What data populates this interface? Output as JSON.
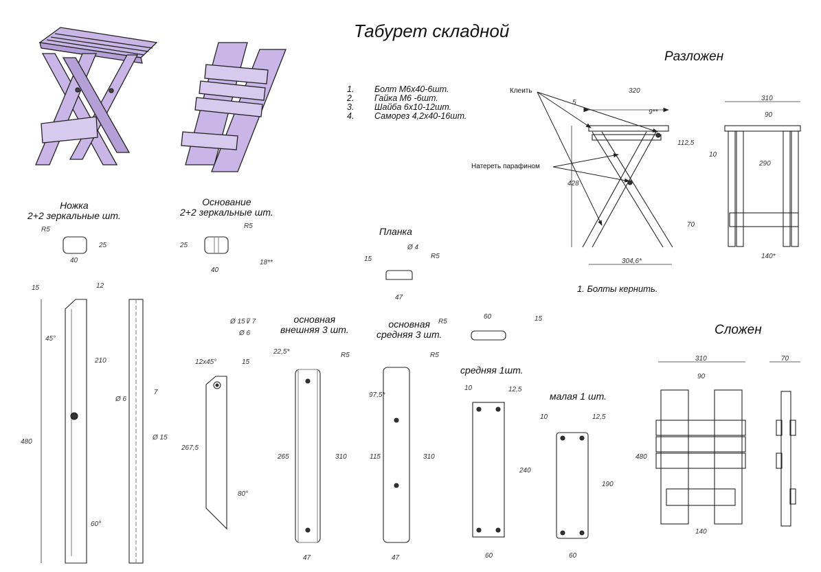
{
  "title": "Табурет складной",
  "views": {
    "unfolded": "Разложен",
    "folded": "Сложен"
  },
  "hardware": [
    {
      "n": "1.",
      "text": "Болт М6х40-6шт."
    },
    {
      "n": "2.",
      "text": "Гайка М6 -6шт."
    },
    {
      "n": "3.",
      "text": "Шайба 6х10-12шт."
    },
    {
      "n": "4.",
      "text": "Саморез 4,2х40-16шт."
    }
  ],
  "note": "1.  Болты кернить.",
  "parts": {
    "leg": "Ножка\n2+2 зеркальные шт.",
    "base": "Основание\n2+2 зеркальные шт.",
    "slat": "Планка",
    "outer": "основная\nвнешняя 3 шт.",
    "middle": "основная\nсредняя 3 шт.",
    "mid_one": "средняя 1шт.",
    "small_one": "малая 1 шт."
  },
  "callouts": {
    "glue": "Клеить",
    "wax": "Натереть парафином"
  },
  "dims": {
    "d320": "320",
    "d310a": "310",
    "d5": "5",
    "d9": "9**",
    "d1125": "112,5",
    "d428": "428",
    "d70a": "70",
    "d3046": "304,6*",
    "d90a": "90",
    "d10a": "10",
    "d290": "290",
    "d140a": "140*",
    "d310b": "310",
    "d70b": "70",
    "d90b": "90",
    "d480b": "480",
    "d140b": "140",
    "r5a": "R5",
    "d25a": "25",
    "d40a": "40",
    "r5b": "R5",
    "d25b": "25",
    "d40b": "40",
    "d18": "18**",
    "phi4": "Ø 4",
    "r5c": "R5",
    "d15c": "15",
    "d47c": "47",
    "r5d": "R5",
    "d60d": "60",
    "d15d": "15",
    "d15l": "15",
    "d12l": "12",
    "a45": "45°",
    "d210": "210",
    "d480l": "480",
    "phi6l": "Ø 6",
    "d7l": "7",
    "phi15l": "Ø 15",
    "a60": "60°",
    "phi15v": "Ø 15⊽ 7",
    "phi6b": "Ø 6",
    "d12x45": "12x45°",
    "d15b": "15",
    "d2675": "267,5",
    "a80": "80°",
    "d225": "22,5*",
    "r5e": "R5",
    "d265": "265",
    "d310e": "310",
    "d47e": "47",
    "d975": "97,5*",
    "r5f": "R5",
    "d115": "115",
    "d310f": "310",
    "d47f": "47",
    "d10g": "10",
    "d125g": "12,5",
    "d240": "240",
    "d60g": "60",
    "d10h": "10",
    "d125h": "12,5",
    "d190": "190",
    "d60h": "60"
  }
}
